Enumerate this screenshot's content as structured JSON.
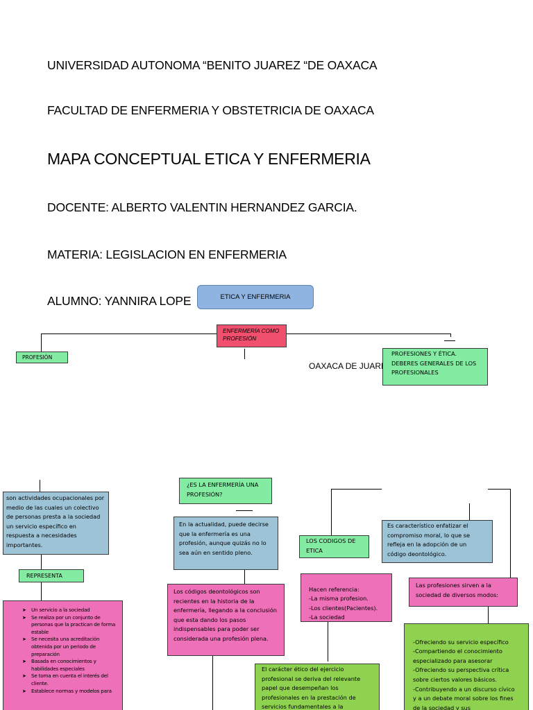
{
  "header": {
    "university": "UNIVERSIDAD AUTONOMA “BENITO JUAREZ “DE OAXACA",
    "faculty": "FACULTAD DE ENFERMERIA Y OBSTETRICIA DE OAXACA",
    "title": "MAPA CONCEPTUAL ETICA Y ENFERMERIA",
    "teacher": "DOCENTE: ALBERTO VALENTIN HERNANDEZ GARCIA.",
    "subject": "MATERIA: LEGISLACION EN ENFERMERIA",
    "student": "ALUMNO: YANNIRA LOPE",
    "place": "OAXACA DE JUAREZ"
  },
  "map": {
    "root": "ETICA Y ENFERMERIA",
    "center": "ENFERMERÍA COMO PROFESIÓN",
    "profesion": "PROFESIÓN",
    "profesiones_etica": "PROFESIONES Y ÉTICA. DEBERES GENERALES DE LOS PROFESIONALES",
    "actividades": "son actividades ocupacionales por medio de las cuales un colectivo de personas presta a la sociedad un servicio específico en respuesta a necesidades importantes.",
    "representa": "REPRESENTA",
    "representa_items": [
      "Un servicio a la sociedad",
      "Se realiza por un conjunto de personas que la practican de forma estable",
      "Se necesita una acreditación obtenida por un periodo de preparación",
      "Basada en conocimientos y habilidades especiales",
      "Se toma en cuenta el interés del cliente.",
      "Establece normas y modelos para"
    ],
    "pregunta": "¿ES LA ENFERMERÍA UNA PROFESIÓN?",
    "actualidad": "En la actualidad, puede decirse que la enfermería es una profesión, aunque quizás no lo sea aún en sentido pleno.",
    "codigos_recientes": "Los códigos deontológicos son recientes en la historia de la enfermería, llegando a la conclusión que esta dando los pasos indispensables para poder ser considerada una profesión plena.",
    "codigos_etica": "LOS CODIGOS DE ETICA",
    "referencia": "Hacen referencia:\n-La misma profesion.\n-Los clientes(Pacientes).\n-La sociedad",
    "caracter_etico": "El carácter ético del ejercicio profesional se deriva del relevante papel que desempeñan los profesionales en la prestación de servicios fundamentales a la",
    "compromiso": "Es característico enfatizar el compromiso moral, lo que se refleja en la adopción de un código deontológico.",
    "sirven": "Las profesiones sirven a la sociedad de diversos modos:",
    "modos": "-Ofreciendo su servicio específico\n-Compartiendo el conocimiento especializado para asesorar\n-Ofreciendo su perspectiva crítica sobre ciertos valores básicos.\n-Contribuyendo a un discurso cívico y a un debate moral sobre los fines de la sociedad y sus"
  }
}
